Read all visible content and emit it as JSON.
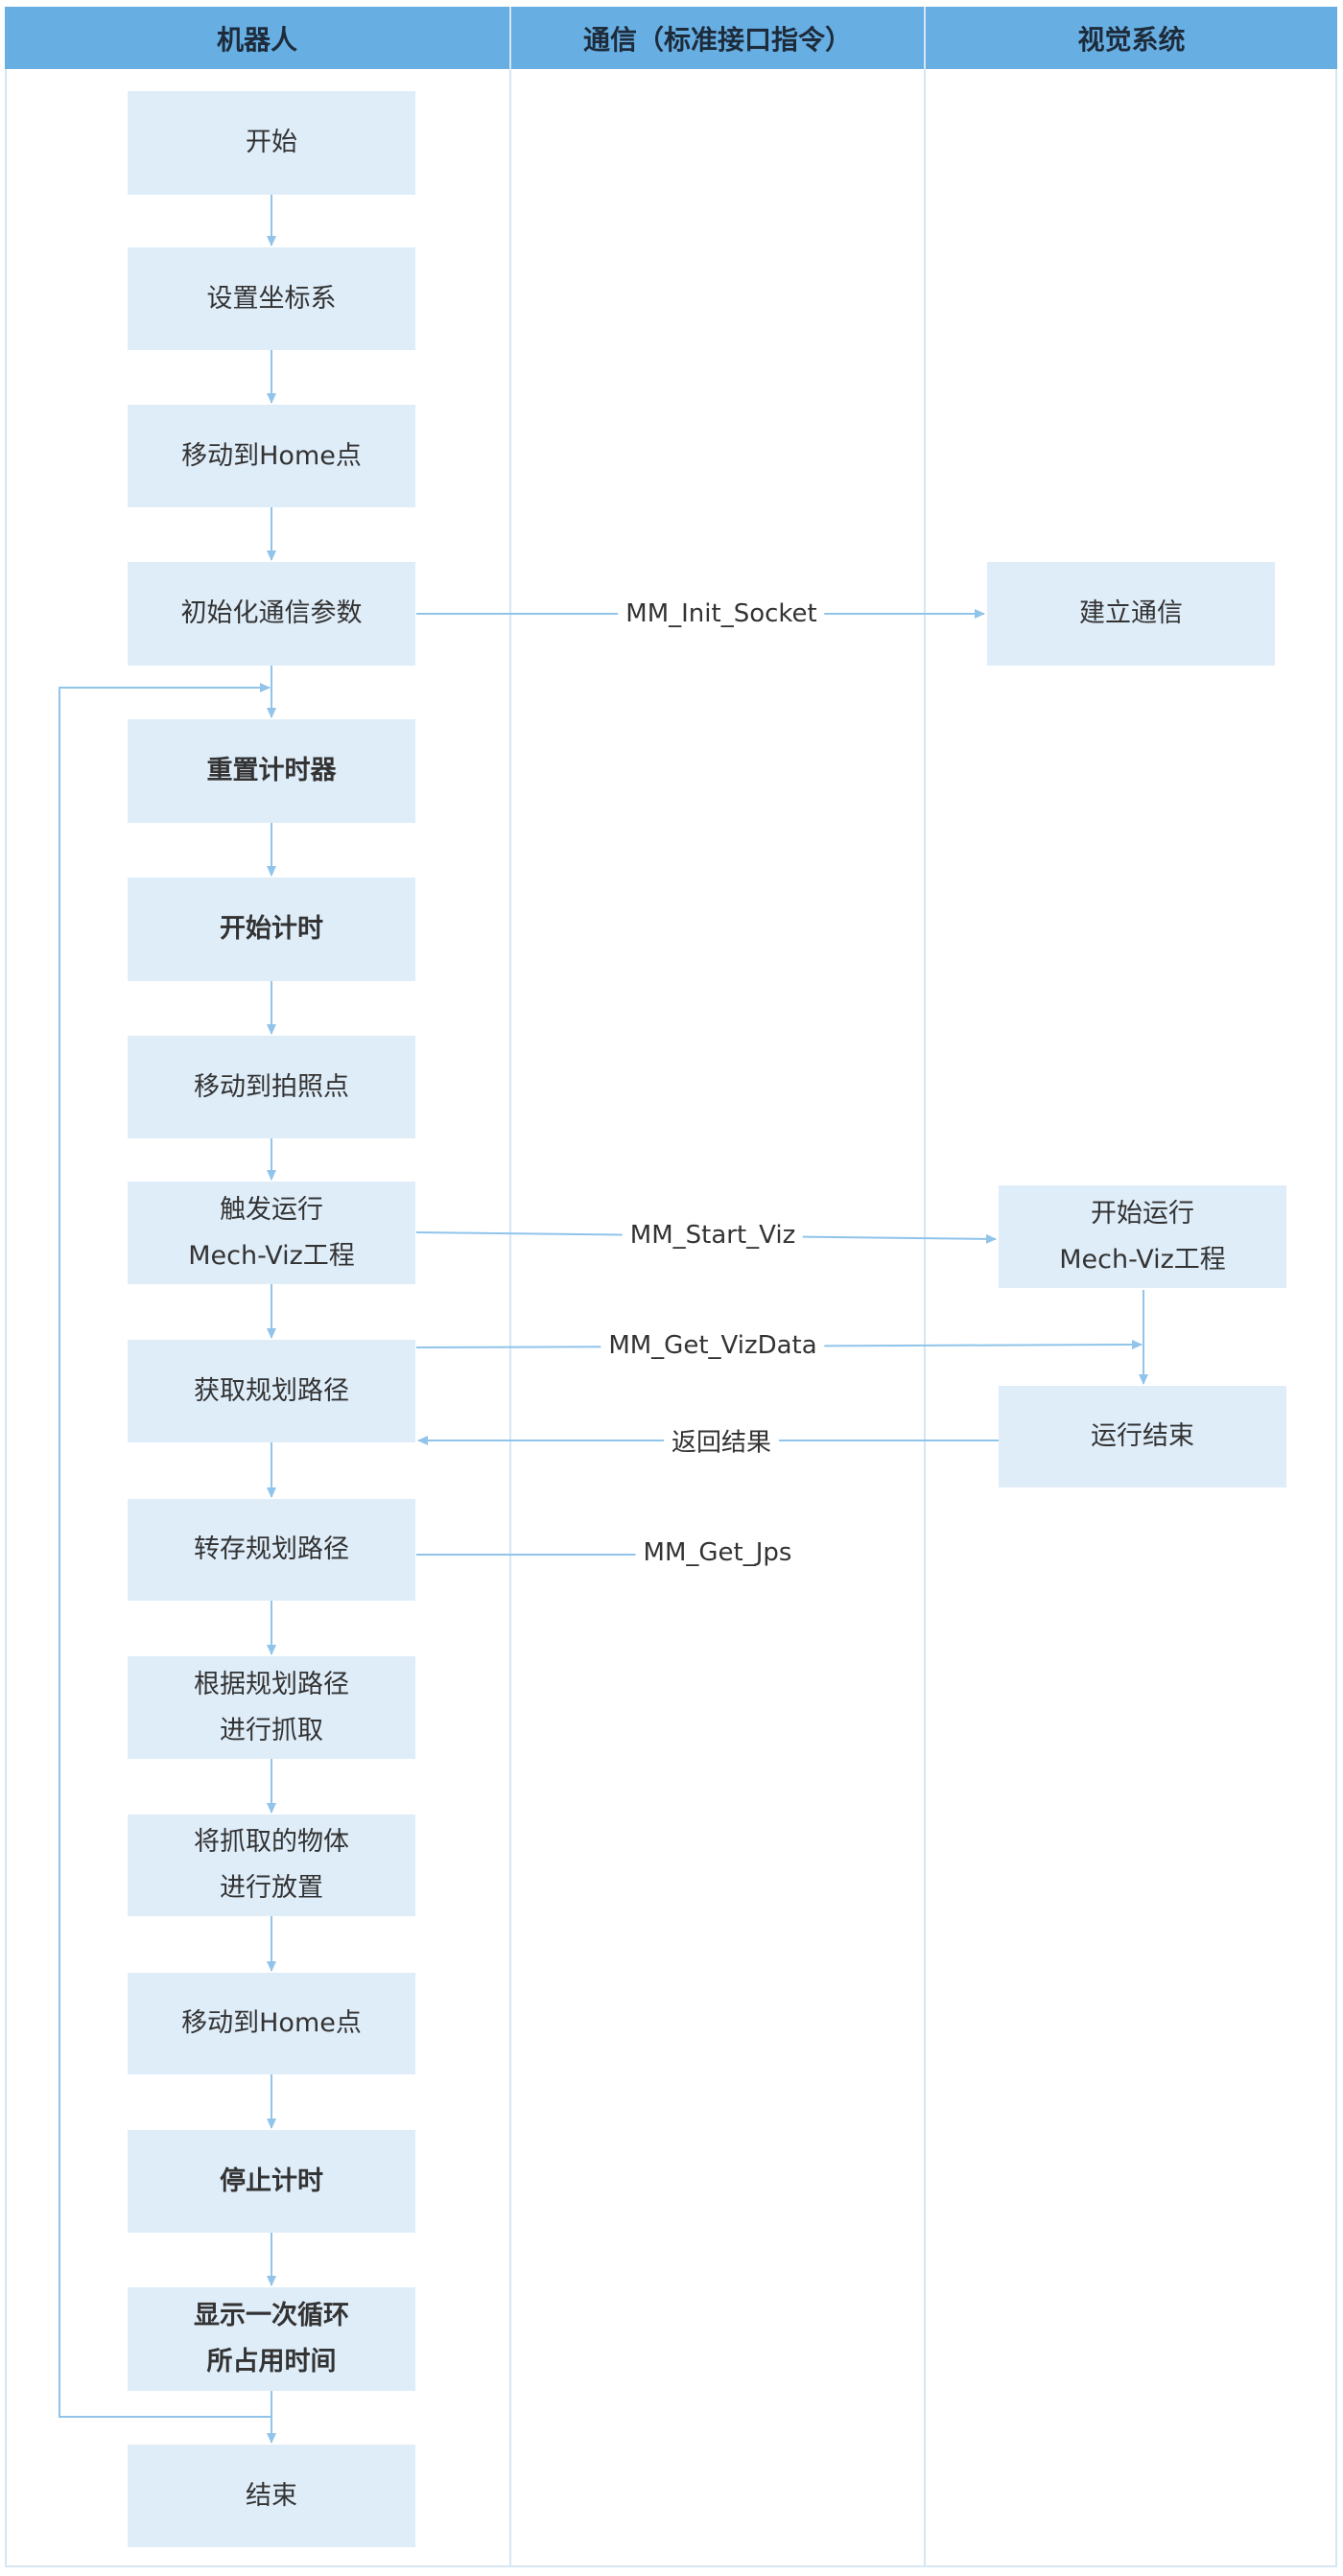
{
  "lanes": {
    "robot": "机器人",
    "comm": "通信（标准接口指令）",
    "vision": "视觉系统"
  },
  "nodes": {
    "start": "开始",
    "set_coord": "设置坐标系",
    "move_home_1": "移动到Home点",
    "init_comm": "初始化通信参数",
    "reset_timer": "重置计时器",
    "start_timer": "开始计时",
    "move_photo": "移动到拍照点",
    "trigger_viz": "触发运行\nMech-Viz工程",
    "get_path": "获取规划路径",
    "store_path": "转存规划路径",
    "pick": "根据规划路径\n进行抓取",
    "place": "将抓取的物体\n进行放置",
    "move_home_2": "移动到Home点",
    "stop_timer": "停止计时",
    "show_time": "显示一次循环\n所占用时间",
    "end": "结束",
    "establish_comm": "建立通信",
    "start_viz": "开始运行\nMech-Viz工程",
    "run_end": "运行结束"
  },
  "messages": {
    "init_socket": "MM_Init_Socket",
    "start_viz": "MM_Start_Viz",
    "get_vizdata": "MM_Get_VizData",
    "return_result": "返回结果",
    "get_jps": "MM_Get_Jps"
  },
  "colors": {
    "header": "#67aee3",
    "node_fill": "#dfedf9",
    "arrow": "#90c4ea",
    "lane_border": "#d6e6f3"
  }
}
